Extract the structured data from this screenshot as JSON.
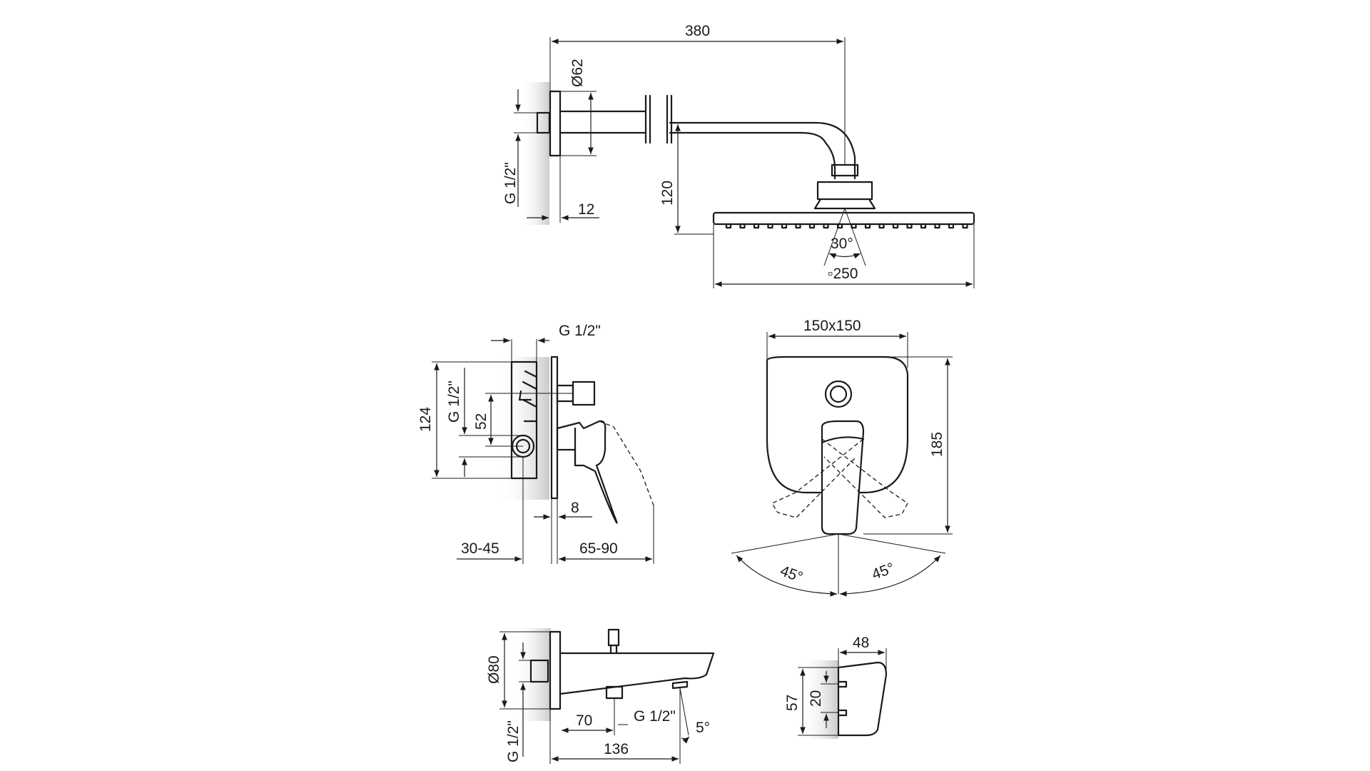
{
  "shower_head": {
    "dim_arm_length": "380",
    "dim_flange_dia": "Ø62",
    "dim_thread": "G 1/2\"",
    "dim_flange_thickness": "12",
    "dim_drop": "120",
    "dim_spray_angle": "30°",
    "dim_head_size": "▫250"
  },
  "mixer_side": {
    "dim_thread_top": "G 1/2\"",
    "dim_height": "124",
    "dim_thread_side": "G 1/2\"",
    "dim_outlet_spacing": "52",
    "dim_plate": "8",
    "dim_depth_range": "30-45",
    "dim_projection_range": "65-90"
  },
  "mixer_front": {
    "dim_plate_size": "150x150",
    "dim_height": "185",
    "dim_angle_left": "45°",
    "dim_angle_right": "45°"
  },
  "spout_side": {
    "dim_flange_dia": "Ø80",
    "dim_thread": "G 1/2\"",
    "dim_outlet_offset": "70",
    "dim_outlet_thread": "G 1/2\"",
    "dim_slope": "5°",
    "dim_length": "136"
  },
  "spout_end": {
    "dim_width": "48",
    "dim_height": "57",
    "dim_hole_spacing": "20"
  }
}
